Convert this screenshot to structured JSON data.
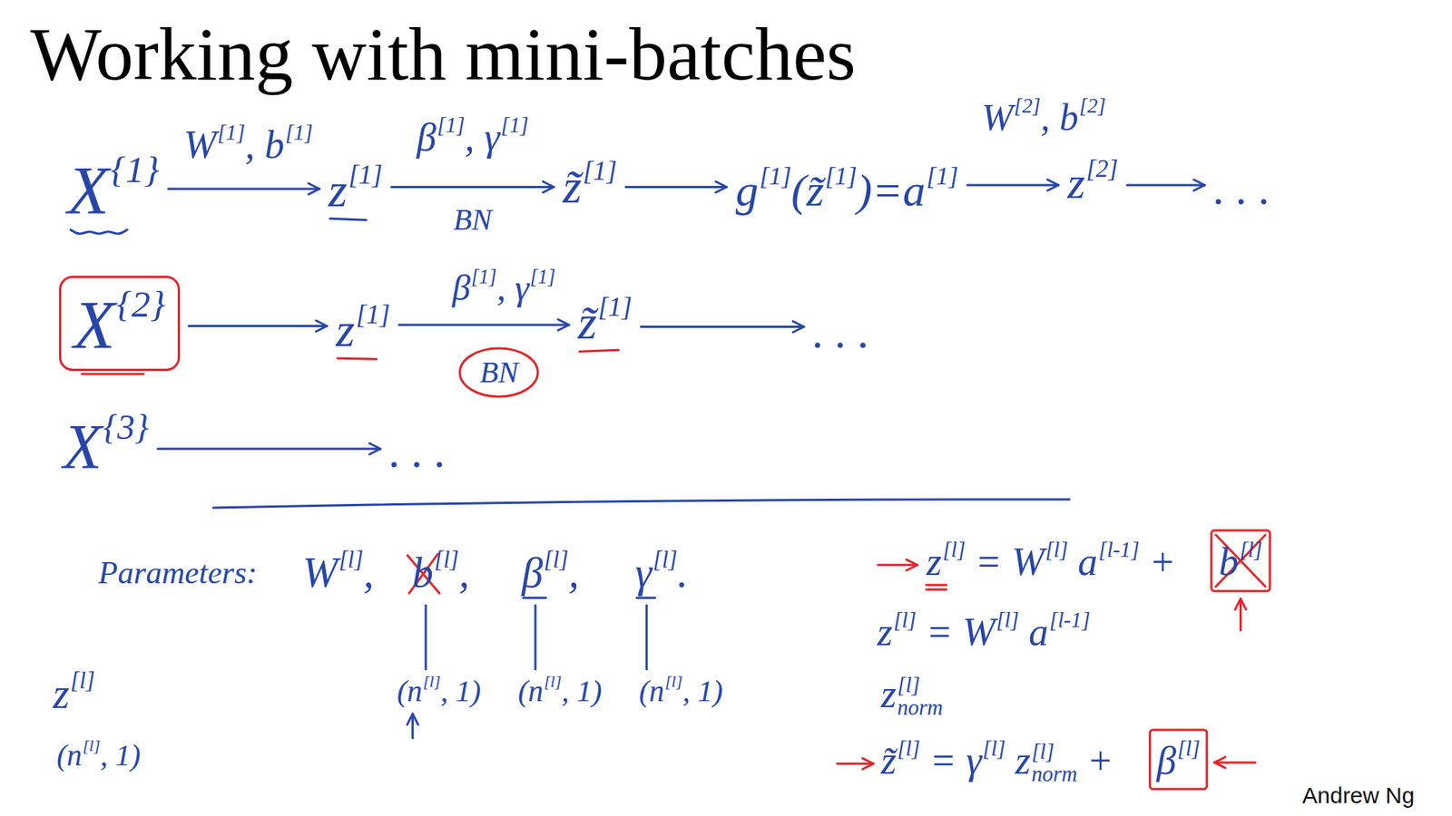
{
  "diagram": {
    "title": "Working with mini-batches",
    "nodes": [
      {
        "text": [
          "X",
          "{1}"
        ]
      },
      {
        "text": [
          "z",
          "[1]"
        ]
      },
      {
        "text": [
          "z̃",
          "[1]"
        ]
      },
      {
        "text": [
          "g",
          "[1]",
          "(z̃",
          "[1]",
          ")=a",
          "[1]"
        ]
      },
      {
        "text": [
          "z",
          "[2]"
        ]
      },
      {
        "text": [
          "..."
        ]
      },
      {
        "text": [
          "X",
          "{2}"
        ]
      },
      {
        "text": [
          "z",
          "[1]"
        ]
      },
      {
        "text": [
          "BN"
        ]
      },
      {
        "text": [
          "z̃",
          "[1]"
        ]
      },
      {
        "text": [
          "..."
        ]
      },
      {
        "text": [
          "X",
          "{3}"
        ]
      },
      {
        "text": [
          "..."
        ]
      }
    ],
    "edges": [
      {
        "from": 0,
        "to": 1,
        "arrow": "to"
      },
      {
        "from": 1,
        "to": 2,
        "label": "BN",
        "arrow": "to"
      },
      {
        "from": 2,
        "to": 3,
        "arrow": "to"
      },
      {
        "from": 3,
        "to": 4,
        "arrow": "to"
      },
      {
        "from": 4,
        "to": 5,
        "arrow": "to"
      },
      {
        "from": 6,
        "to": 7,
        "arrow": "to"
      },
      {
        "from": 7,
        "to": 9,
        "arrow": "to"
      },
      {
        "from": 9,
        "to": 10,
        "arrow": "to"
      },
      {
        "from": 11,
        "to": 12,
        "arrow": "to"
      }
    ],
    "labels": [
      "W",
      "[1]",
      ", b",
      "[1]",
      "β",
      "[1]",
      ", γ",
      "[1]",
      "W",
      "[2]",
      ", b",
      "[2]",
      "β",
      "[1]",
      ", γ",
      "[1]",
      "Parameters:",
      "W",
      "[l]",
      ",",
      "b",
      "[l]",
      ",",
      "β",
      "[l]",
      ",",
      "γ",
      "[l]",
      ".",
      "(n",
      "[l]",
      ", 1)",
      "(n",
      "[l]",
      ", 1)",
      "(n",
      "[l]",
      ", 1)",
      "z",
      "[l]",
      "(n",
      "[l]",
      ", 1)",
      "z",
      "[l]",
      "=",
      "W",
      "[l]",
      "a",
      "[l-1]",
      "+",
      "b",
      "[l]",
      "z",
      "[l]",
      "=",
      "W",
      "[l]",
      "a",
      "[l-1]",
      "z",
      "[l]",
      "norm",
      "z̃",
      "[l]",
      "=",
      "γ",
      "[l]",
      "z",
      "[l]",
      "norm",
      "+",
      "β",
      "[l]",
      "Andrew Ng"
    ]
  }
}
